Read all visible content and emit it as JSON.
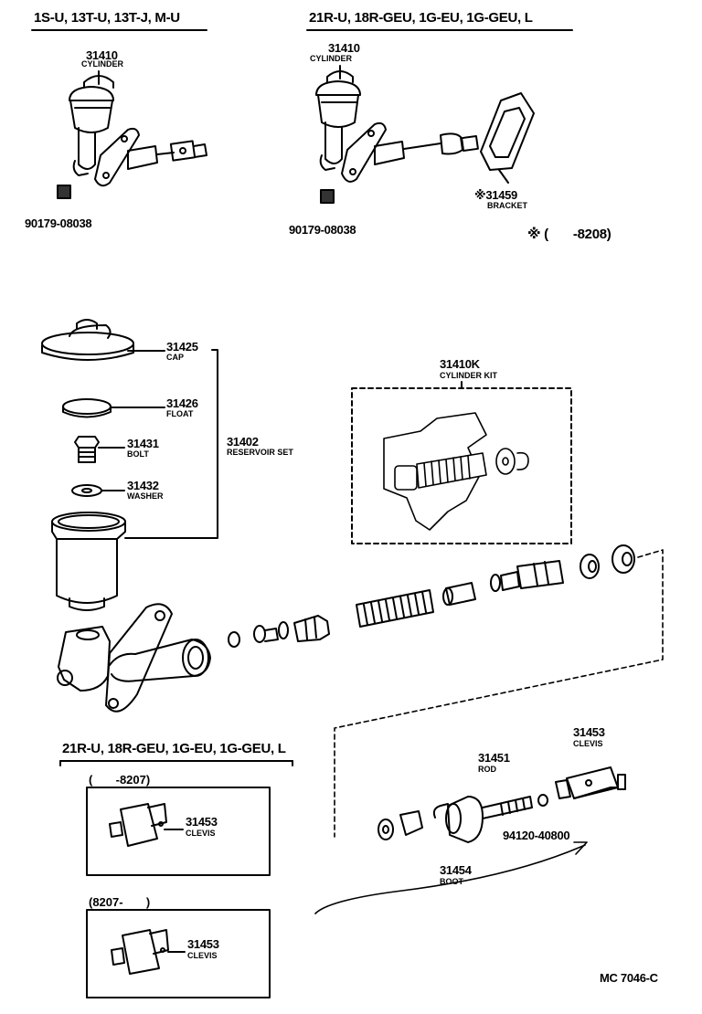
{
  "headers": {
    "left": "1S-U, 13T-U, 13T-J, M-U",
    "right": "21R-U, 18R-GEU, 1G-EU, 1G-GEU, L",
    "lower": "21R-U, 18R-GEU, 1G-EU, 1G-GEU, L"
  },
  "parts": {
    "cyl_left_num": "31410",
    "cyl_left_name": "CYLINDER",
    "cyl_right_num": "31410",
    "cyl_right_name": "CYLINDER",
    "nut_left": "90179-08038",
    "nut_right": "90179-08038",
    "bracket_num": "※31459",
    "bracket_name": "BRACKET",
    "note_range": "※ (       -8208)",
    "cap_num": "31425",
    "cap_name": "CAP",
    "float_num": "31426",
    "float_name": "FLOAT",
    "bolt_num": "31431",
    "bolt_name": "BOLT",
    "washer_num": "31432",
    "washer_name": "WASHER",
    "reservoir_num": "31402",
    "reservoir_name": "RESERVOIR SET",
    "kit_num": "31410K",
    "kit_name": "CYLINDER KIT",
    "clevis_num": "31453",
    "clevis_name": "CLEVIS",
    "rod_num": "31451",
    "rod_name": "ROD",
    "boot_num": "31454",
    "boot_name": "BOOT",
    "nut_rod": "94120-40800",
    "range_a": "(       -8207)",
    "clevis_a_num": "31453",
    "clevis_a_name": "CLEVIS",
    "range_b": "(8207-       )",
    "clevis_b_num": "31453",
    "clevis_b_name": "CLEVIS"
  },
  "footer": {
    "code": "MC 7046-C"
  }
}
